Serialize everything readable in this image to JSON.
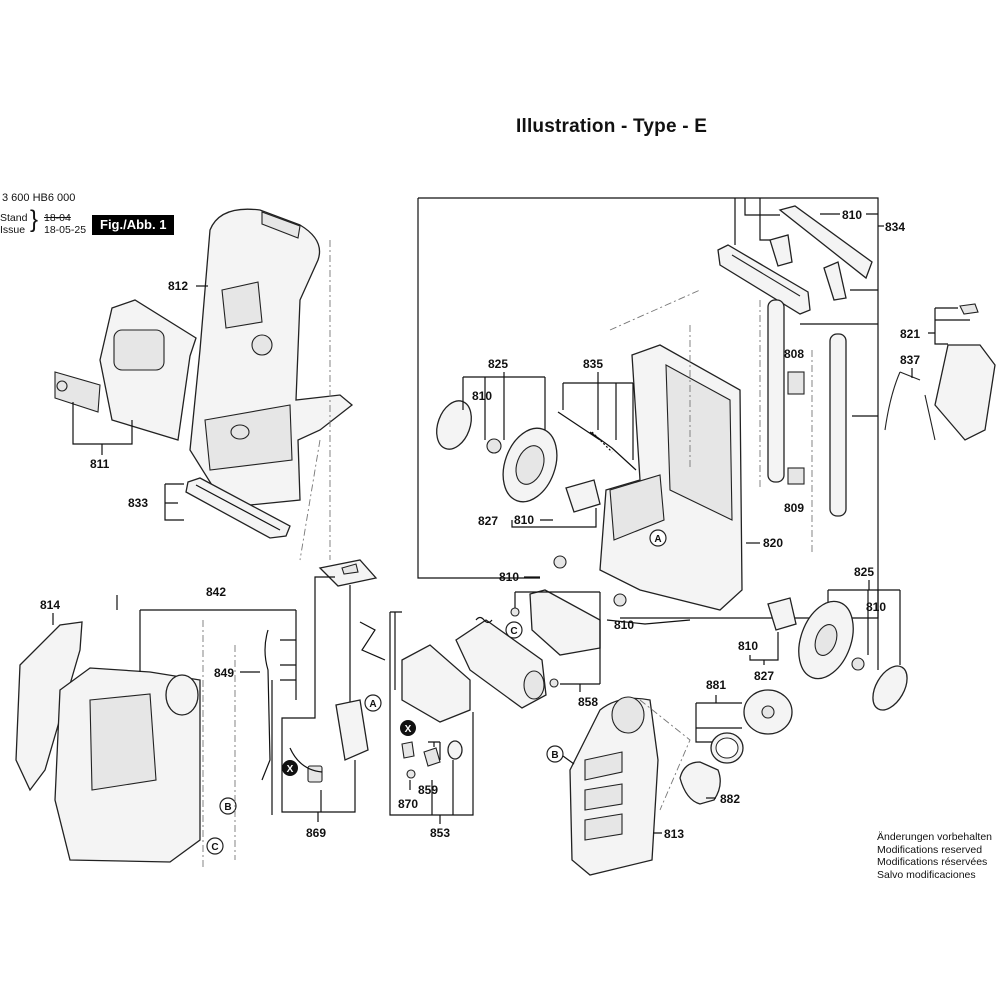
{
  "header": {
    "title": "Illustration - Type - E",
    "document_number": "3 600 HB6 000",
    "stand_label": "Stand",
    "issue_label": "Issue",
    "stand_value": "18-04",
    "issue_value": "18-05-25",
    "figure_badge": "Fig./Abb. 1"
  },
  "footer": {
    "notes": [
      "Änderungen vorbehalten",
      "Modifications reserved",
      "Modifications réservées",
      "Salvo modificaciones"
    ]
  },
  "part_labels": {
    "p810a": "810",
    "p834": "834",
    "p812": "812",
    "p811": "811",
    "p833": "833",
    "p825a": "825",
    "p810b": "810",
    "p835": "835",
    "p808": "808",
    "p821": "821",
    "p837": "837",
    "p809": "809",
    "p827a": "827",
    "p810c": "810",
    "p820": "820",
    "p810d": "810",
    "p825b": "825",
    "p810e": "810",
    "p810f": "810",
    "p810g": "810",
    "p827b": "827",
    "p814": "814",
    "p842": "842",
    "p849": "849",
    "p858": "858",
    "p881": "881",
    "p882": "882",
    "p869": "869",
    "p870": "870",
    "p859": "859",
    "p853": "853",
    "p813": "813"
  },
  "callouts": {
    "A": "A",
    "B": "B",
    "C": "C",
    "X": "X"
  }
}
